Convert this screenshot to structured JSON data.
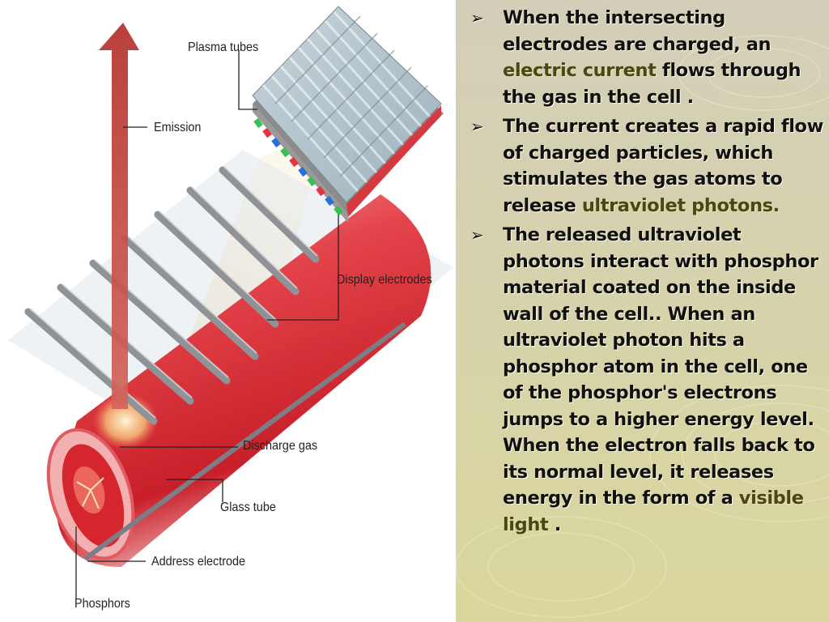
{
  "diagram": {
    "labels": {
      "plasma_tubes": "Plasma tubes",
      "emission": "Emission",
      "display_electrodes": "Display electrodes",
      "discharge_gas": "Discharge gas",
      "glass_tube": "Glass tube",
      "address_electrode": "Address electrode",
      "phosphors": "Phosphors"
    },
    "colors": {
      "tube_red": "#e2333b",
      "emission_arrow": "#b5322e",
      "electrode_gray": "#8f9398"
    }
  },
  "bullets": {
    "marker": "➢",
    "b1": {
      "pre": "When the intersecting electrodes are charged, an ",
      "hl": "electric current",
      "post": " flows through the gas in the cell ."
    },
    "b2": {
      "pre": "The current creates a rapid flow of charged particles, which stimulates the gas atoms to release ",
      "hl": "ultraviolet photons.",
      "post": ""
    },
    "b3": {
      "pre": "The released ultraviolet photons interact with phosphor material coated on the inside wall of the cell.. When an ultraviolet photon hits a phosphor atom in the cell, one of the phosphor's electrons jumps to a higher energy level. When the electron falls back to its normal level, it releases energy in the form of a ",
      "hl": "visible light",
      "post": " ."
    }
  },
  "colors": {
    "panel_bg": "#d6d2ad",
    "highlight": "#4a4712",
    "text": "#111111"
  }
}
